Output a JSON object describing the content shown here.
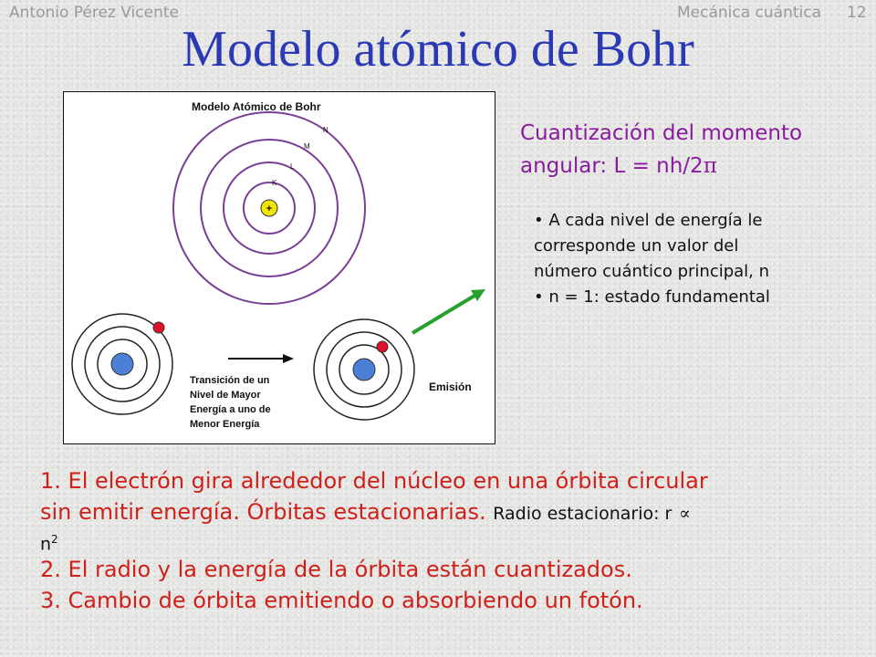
{
  "header": {
    "author": "Antonio Pérez Vicente",
    "subject": "Mecánica cuántica",
    "page_number": "12"
  },
  "title": "Modelo atómico de Bohr",
  "figure": {
    "title": "Modelo Atómico de Bohr",
    "nucleus_symbol": "+",
    "shell_labels": [
      "K",
      "L",
      "M",
      "N"
    ],
    "transition_text": [
      "Transición de un",
      "Nivel de Mayor",
      "Energía a uno de",
      "Menor Energía"
    ],
    "emission_label": "Emisión",
    "colors": {
      "orbit": "#7a3e97",
      "nucleus": "#f2e600",
      "electron": "#e0102a",
      "core": "#4c7fd6",
      "arrow": "#27a02d"
    }
  },
  "quantization": {
    "line1": "Cuantización del momento",
    "line2_prefix": "angular: L = nh/2",
    "pi_symbol": "π"
  },
  "bullets": {
    "b1_line1": "• A cada nivel de energía le",
    "b1_line2": "corresponde un valor del",
    "b1_line3": "número cuántico principal, n",
    "b2": "•   n = 1: estado fundamental"
  },
  "postulates": {
    "p1_line1": "1. El electrón gira alrededor del núcleo en una órbita circular",
    "p1_line2": "sin emitir energía. Órbitas estacionarias.",
    "p1_radius_label": "Radio estacionario: r",
    "proportional_symbol": "∝",
    "p1_radius_var": "n",
    "p1_radius_exp": "2",
    "p2": "2. El radio y la energía de la órbita están cuantizados.",
    "p3": "3. Cambio de órbita emitiendo o absorbiendo un fotón."
  }
}
